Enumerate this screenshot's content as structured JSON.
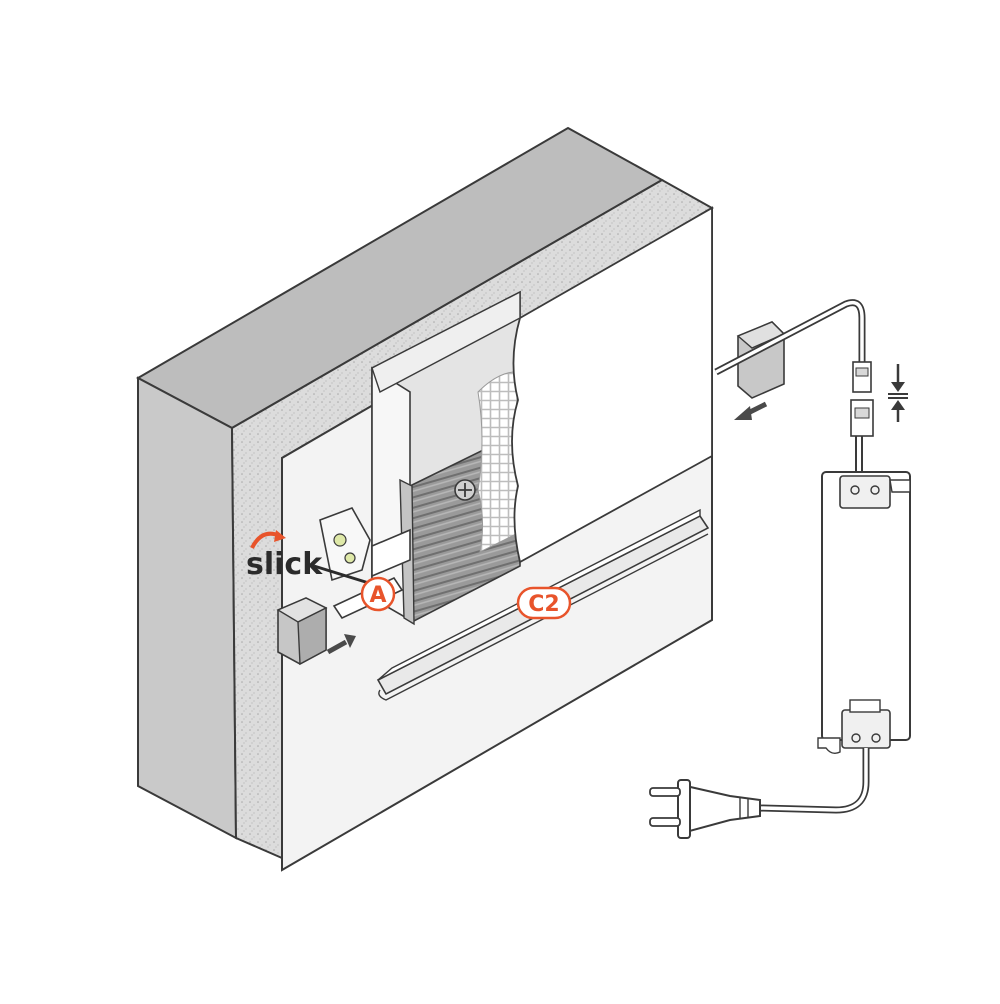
{
  "brand": {
    "name": "slick",
    "accent_color": "#e8542b",
    "text_color": "#2b2b2b"
  },
  "labels": {
    "a": "A",
    "c2": "C2"
  },
  "colors": {
    "outline": "#3a3a3a",
    "wall_front": "#f4f4f4",
    "wall_side": "#d6d6d6",
    "wall_top": "#b9b9b9",
    "panel": "#ffffff",
    "profile_dark": "#8f8f8f",
    "arrow": "#4a4a4a",
    "label_red": "#e8542b"
  },
  "icons": {
    "end_cap": "end-cap-icon",
    "clip": "mounting-clip-icon",
    "screw": "screw-icon",
    "mesh": "reinforcement-mesh-icon",
    "driver": "led-driver-icon",
    "plug": "power-plug-icon",
    "connector": "cable-connector-icon",
    "dimension": "gap-dimension-arrows-icon"
  }
}
